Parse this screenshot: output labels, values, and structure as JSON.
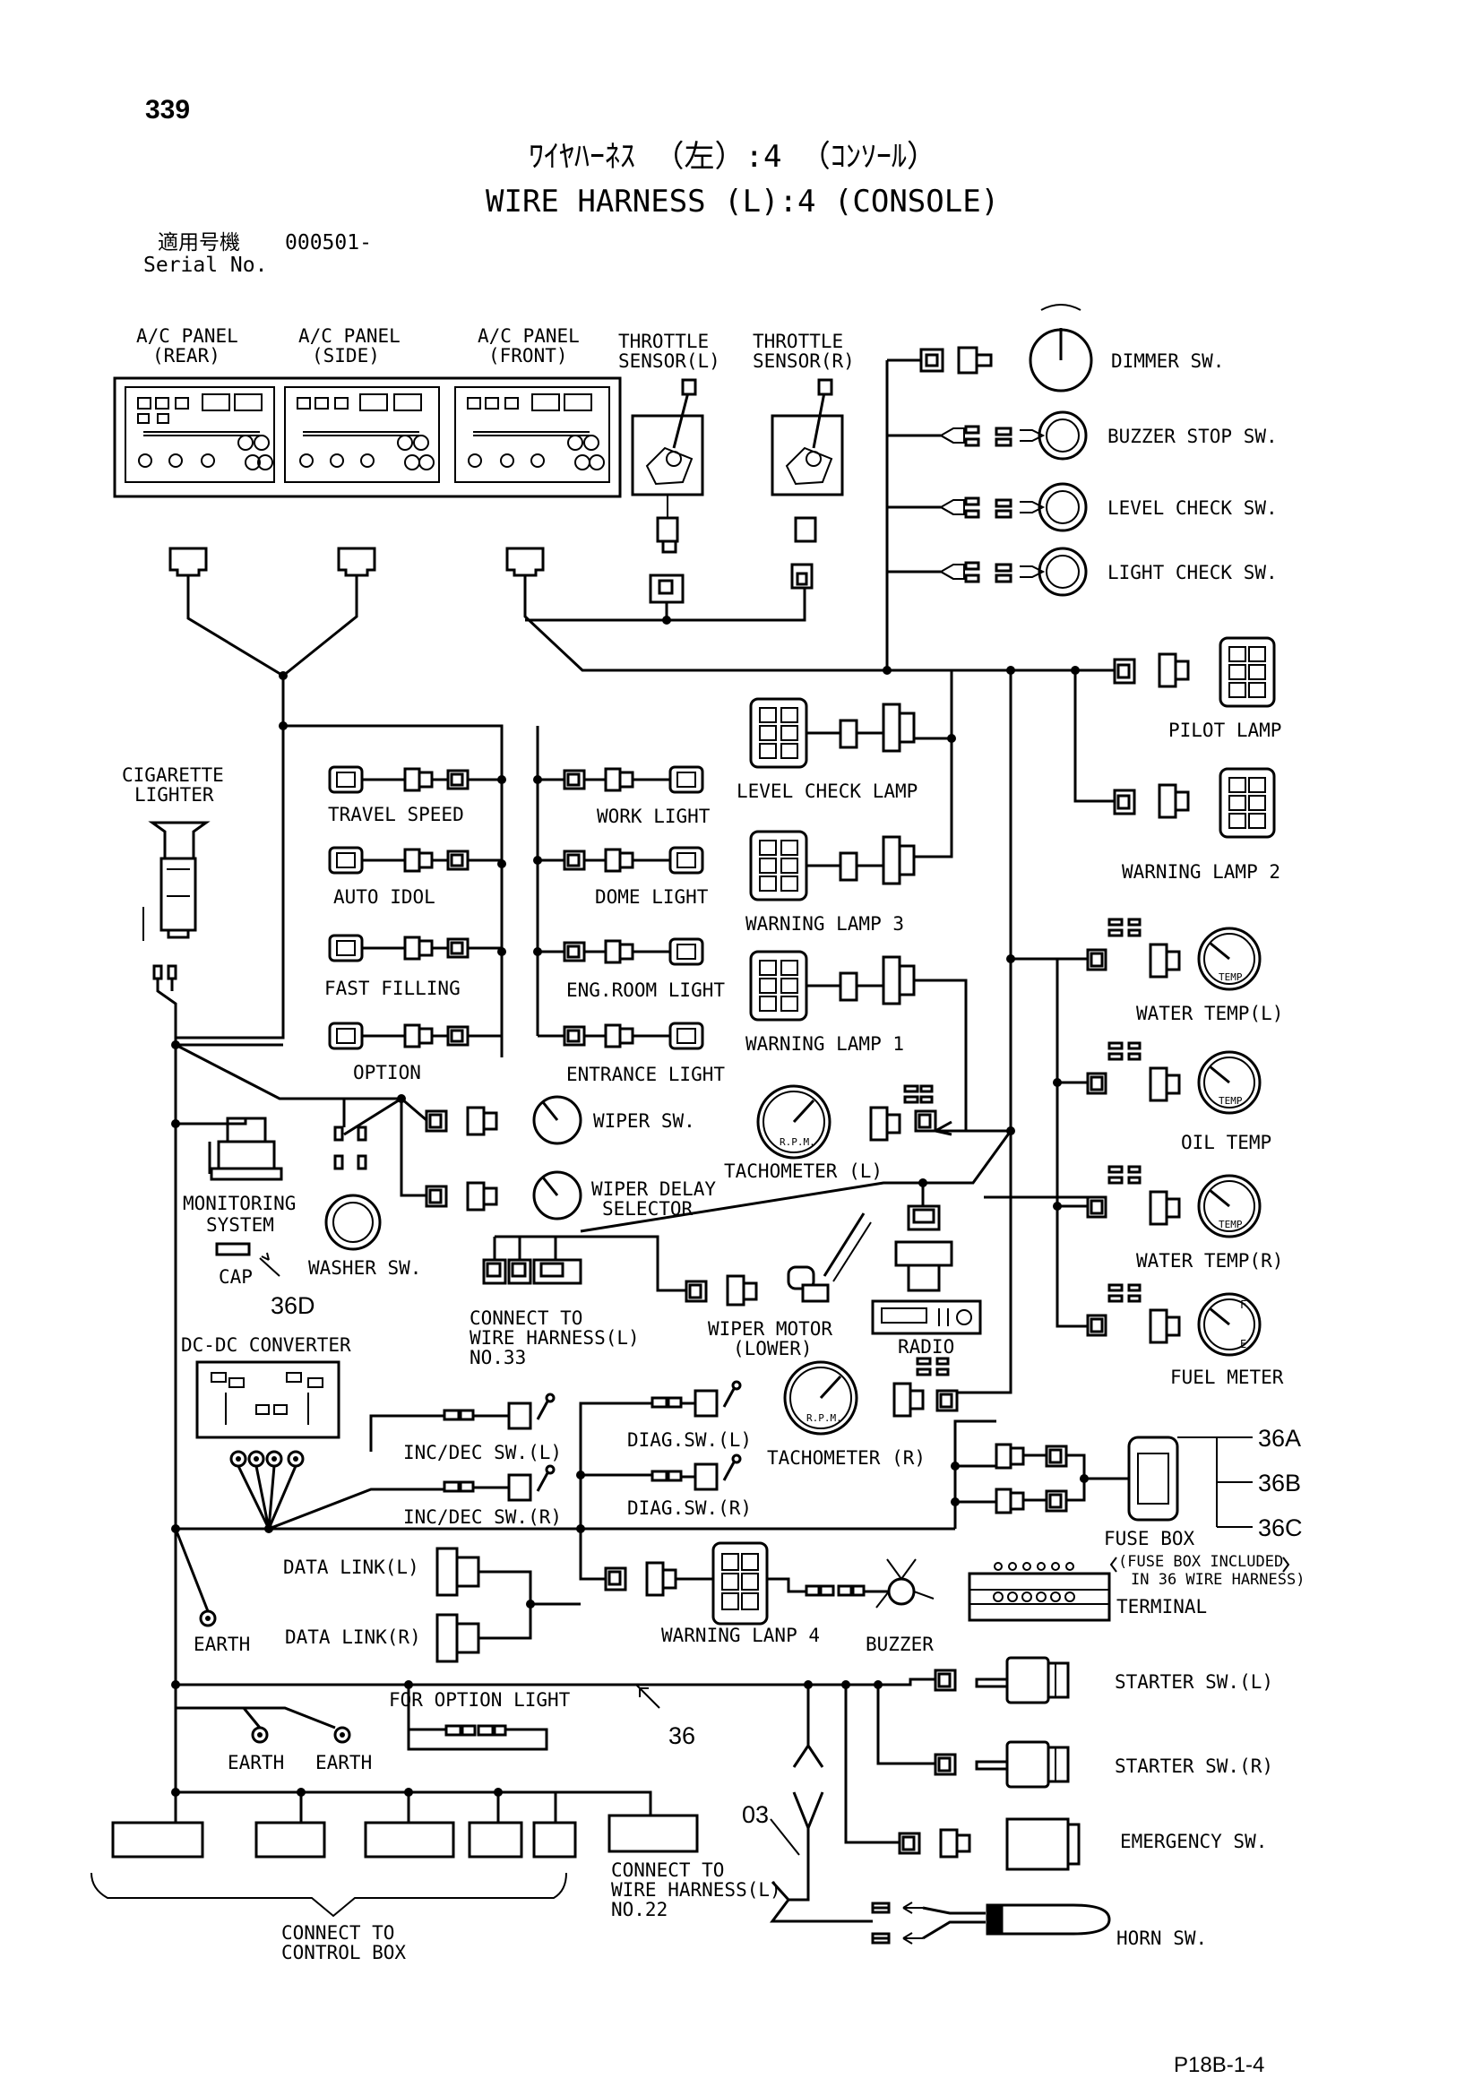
{
  "page_number": "339",
  "title_jp": "ﾜｲﾔﾊｰﾈｽ （左）:4 （ｺﾝｿｰﾙ）",
  "title_en": "WIRE HARNESS (L):4 (CONSOLE)",
  "serial_label_jp": "適用号機",
  "serial_value": "000501-",
  "serial_label_en": "Serial No.",
  "footer_code": "P18B-1-4",
  "labels": {
    "ac_panel_rear_1": "A/C PANEL",
    "ac_panel_rear_2": "(REAR)",
    "ac_panel_side_1": "A/C PANEL",
    "ac_panel_side_2": "(SIDE)",
    "ac_panel_front_1": "A/C PANEL",
    "ac_panel_front_2": "(FRONT)",
    "throttle_l_1": "THROTTLE",
    "throttle_l_2": "SENSOR(L)",
    "throttle_r_1": "THROTTLE",
    "throttle_r_2": "SENSOR(R)",
    "dimmer_sw": "DIMMER SW.",
    "buzzer_stop_sw": "BUZZER STOP SW.",
    "level_check_sw": "LEVEL CHECK SW.",
    "light_check_sw": "LIGHT CHECK SW.",
    "pilot_lamp": "PILOT LAMP",
    "warning_lamp_2": "WARNING LAMP 2",
    "level_check_lamp": "LEVEL CHECK LAMP",
    "warning_lamp_3": "WARNING LAMP 3",
    "warning_lamp_1": "WARNING LAMP 1",
    "cigarette_lighter_1": "CIGARETTE",
    "cigarette_lighter_2": "LIGHTER",
    "travel_speed": "TRAVEL SPEED",
    "auto_idol": "AUTO IDOL",
    "fast_filling": "FAST FILLING",
    "option": "OPTION",
    "work_light": "WORK LIGHT",
    "dome_light": "DOME LIGHT",
    "eng_room_light": "ENG.ROOM LIGHT",
    "entrance_light": "ENTRANCE LIGHT",
    "water_temp_l": "WATER TEMP(L)",
    "oil_temp": "OIL TEMP",
    "water_temp_r": "WATER TEMP(R)",
    "fuel_meter": "FUEL METER",
    "wiper_sw": "WIPER SW.",
    "wiper_delay_1": "WIPER DELAY",
    "wiper_delay_2": "SELECTOR",
    "tachometer_l": "TACHOMETER (L)",
    "tachometer_r": "TACHOMETER (R)",
    "monitoring_1": "MONITORING",
    "monitoring_2": "SYSTEM",
    "cap": "CAP",
    "ref_36d": "36D",
    "washer_sw": "WASHER SW.",
    "connect_33_1": "CONNECT TO",
    "connect_33_2": "WIRE HARNESS(L)",
    "connect_33_3": "NO.33",
    "wiper_motor_1": "WIPER MOTOR",
    "wiper_motor_2": "(LOWER)",
    "radio": "RADIO",
    "dc_dc_converter": "DC-DC CONVERTER",
    "inc_dec_l": "INC/DEC SW.(L)",
    "inc_dec_r": "INC/DEC SW.(R)",
    "diag_sw_l": "DIAG.SW.(L)",
    "diag_sw_r": "DIAG.SW.(R)",
    "ref_36a": "36A",
    "ref_36b": "36B",
    "ref_36c": "36C",
    "fuse_box": "FUSE BOX",
    "fuse_note_1": "(FUSE BOX INCLUDED",
    "fuse_note_2": "IN 36 WIRE HARNESS)",
    "terminal": "TERMINAL",
    "data_link_l": "DATA LINK(L)",
    "data_link_r": "DATA LINK(R)",
    "earth_1": "EARTH",
    "warning_lanp_4": "WARNING LANP 4",
    "buzzer": "BUZZER",
    "for_option_light": "FOR OPTION LIGHT",
    "ref_36": "36",
    "earth_2": "EARTH",
    "earth_3": "EARTH",
    "ref_03": "03",
    "starter_sw_l": "STARTER SW.(L)",
    "starter_sw_r": "STARTER SW.(R)",
    "emergency_sw": "EMERGENCY SW.",
    "horn_sw": "HORN SW.",
    "connect_22_1": "CONNECT TO",
    "connect_22_2": "WIRE HARNESS(L)",
    "connect_22_3": "NO.22",
    "control_box_1": "CONNECT TO",
    "control_box_2": "CONTROL BOX",
    "gauge_temp": "TEMP",
    "gauge_rpm": "R.P.M.",
    "gauge_f": "F",
    "gauge_e": "E"
  }
}
